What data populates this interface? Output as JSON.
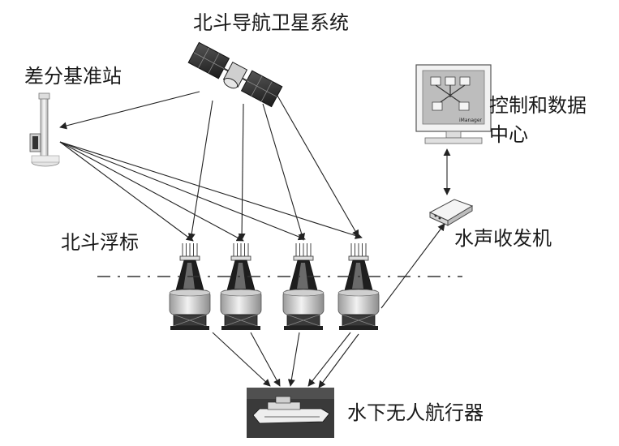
{
  "labels": {
    "satellite_system": "北斗导航卫星系统",
    "reference_station": "差分基准站",
    "buoys": "北斗浮标",
    "control_center": "控制和数据中心",
    "transceiver": "水声收发机",
    "auv": "水下无人航行器"
  },
  "monitor_screen_text": "iManager",
  "colors": {
    "line": "#222222",
    "buoy_body": "#d9d9d9",
    "buoy_dark": "#1e1e1e",
    "panel": "#3a3a3a"
  },
  "icons": [
    "satellite-icon",
    "reference-station-icon",
    "buoy-icon",
    "monitor-icon",
    "transceiver-icon",
    "auv-icon"
  ]
}
